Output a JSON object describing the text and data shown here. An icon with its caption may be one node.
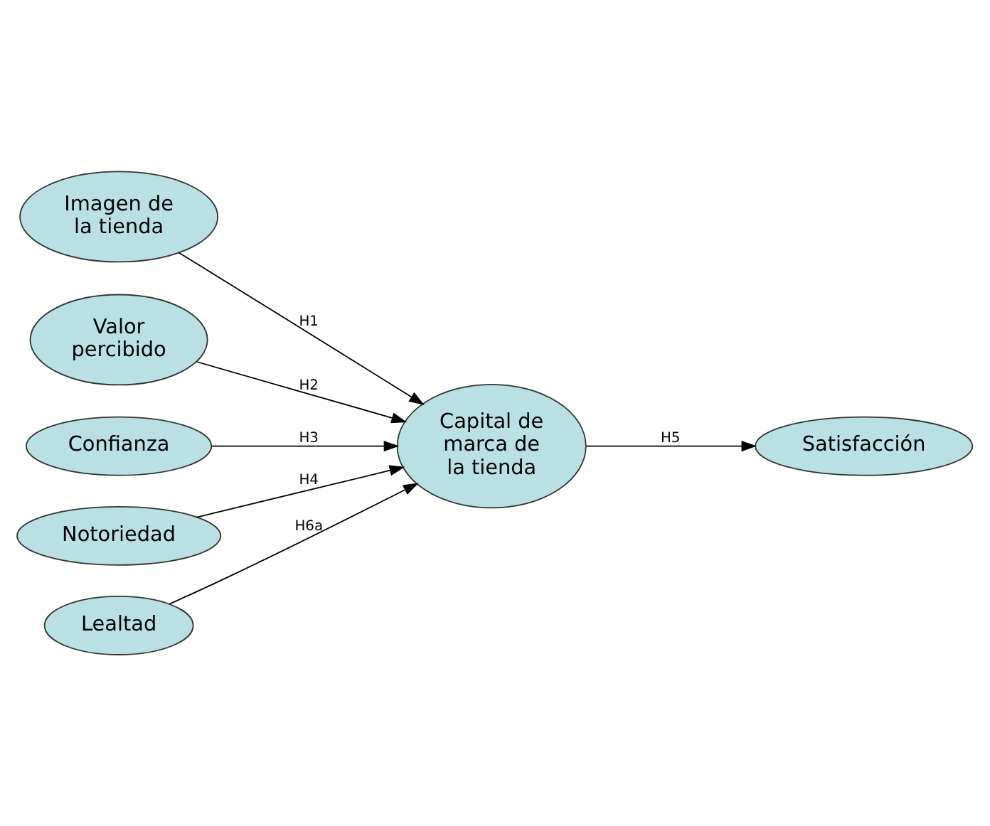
{
  "diagram": {
    "nodes": [
      {
        "text": [
          "Imagen de la tienda"
        ]
      },
      {
        "text": [
          "Valor percibido"
        ]
      },
      {
        "text": [
          "Confianza"
        ]
      },
      {
        "text": [
          "Notoriedad"
        ]
      },
      {
        "text": [
          "Lealtad"
        ]
      },
      {
        "text": [
          "Capital de marca de la tienda"
        ]
      },
      {
        "text": [
          "Satisfacción"
        ]
      }
    ],
    "edges": [
      {
        "from": 0,
        "to": 5,
        "arrow": "to",
        "label": "H1"
      },
      {
        "from": 1,
        "to": 5,
        "arrow": "to",
        "label": "H2"
      },
      {
        "from": 2,
        "to": 5,
        "arrow": "to",
        "label": "H3"
      },
      {
        "from": 3,
        "to": 5,
        "arrow": "to",
        "label": "H4"
      },
      {
        "from": 4,
        "to": 5,
        "arrow": "to",
        "label": "H6a"
      },
      {
        "from": 5,
        "to": 6,
        "arrow": "to",
        "label": "H5"
      }
    ]
  }
}
